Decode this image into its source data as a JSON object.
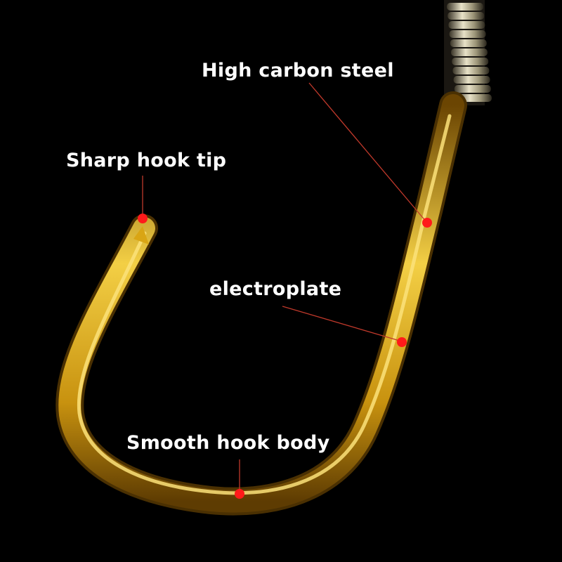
{
  "callouts": {
    "material": "High carbon steel",
    "tip": "Sharp hook tip",
    "plating": "electroplate",
    "body": "Smooth hook body"
  },
  "colors": {
    "background": "#000000",
    "hook_gold": "#d4a017",
    "marker_red": "#ff1a1a",
    "text": "#ffffff"
  }
}
